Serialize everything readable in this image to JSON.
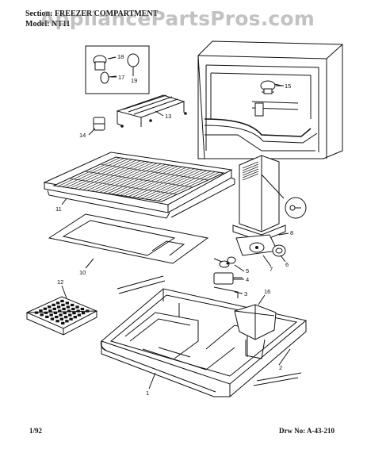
{
  "header": {
    "section_line": "Section: FREEZER COMPARTMENT",
    "model_line": "Model: NT11"
  },
  "watermark": {
    "text": "AppliancePartsPros.com"
  },
  "footer": {
    "date": "1/92",
    "drawing_number": "Drw No: A-43-210"
  },
  "callouts": {
    "c1": "1",
    "c2": "2",
    "c3": "3",
    "c4": "4",
    "c5": "5",
    "c6": "6",
    "c7": "7",
    "c8": "8",
    "c10": "10",
    "c11": "11",
    "c12": "12",
    "c13": "13",
    "c14": "14",
    "c15": "15",
    "c16": "16",
    "c17": "17",
    "c18": "18",
    "c19": "19"
  }
}
